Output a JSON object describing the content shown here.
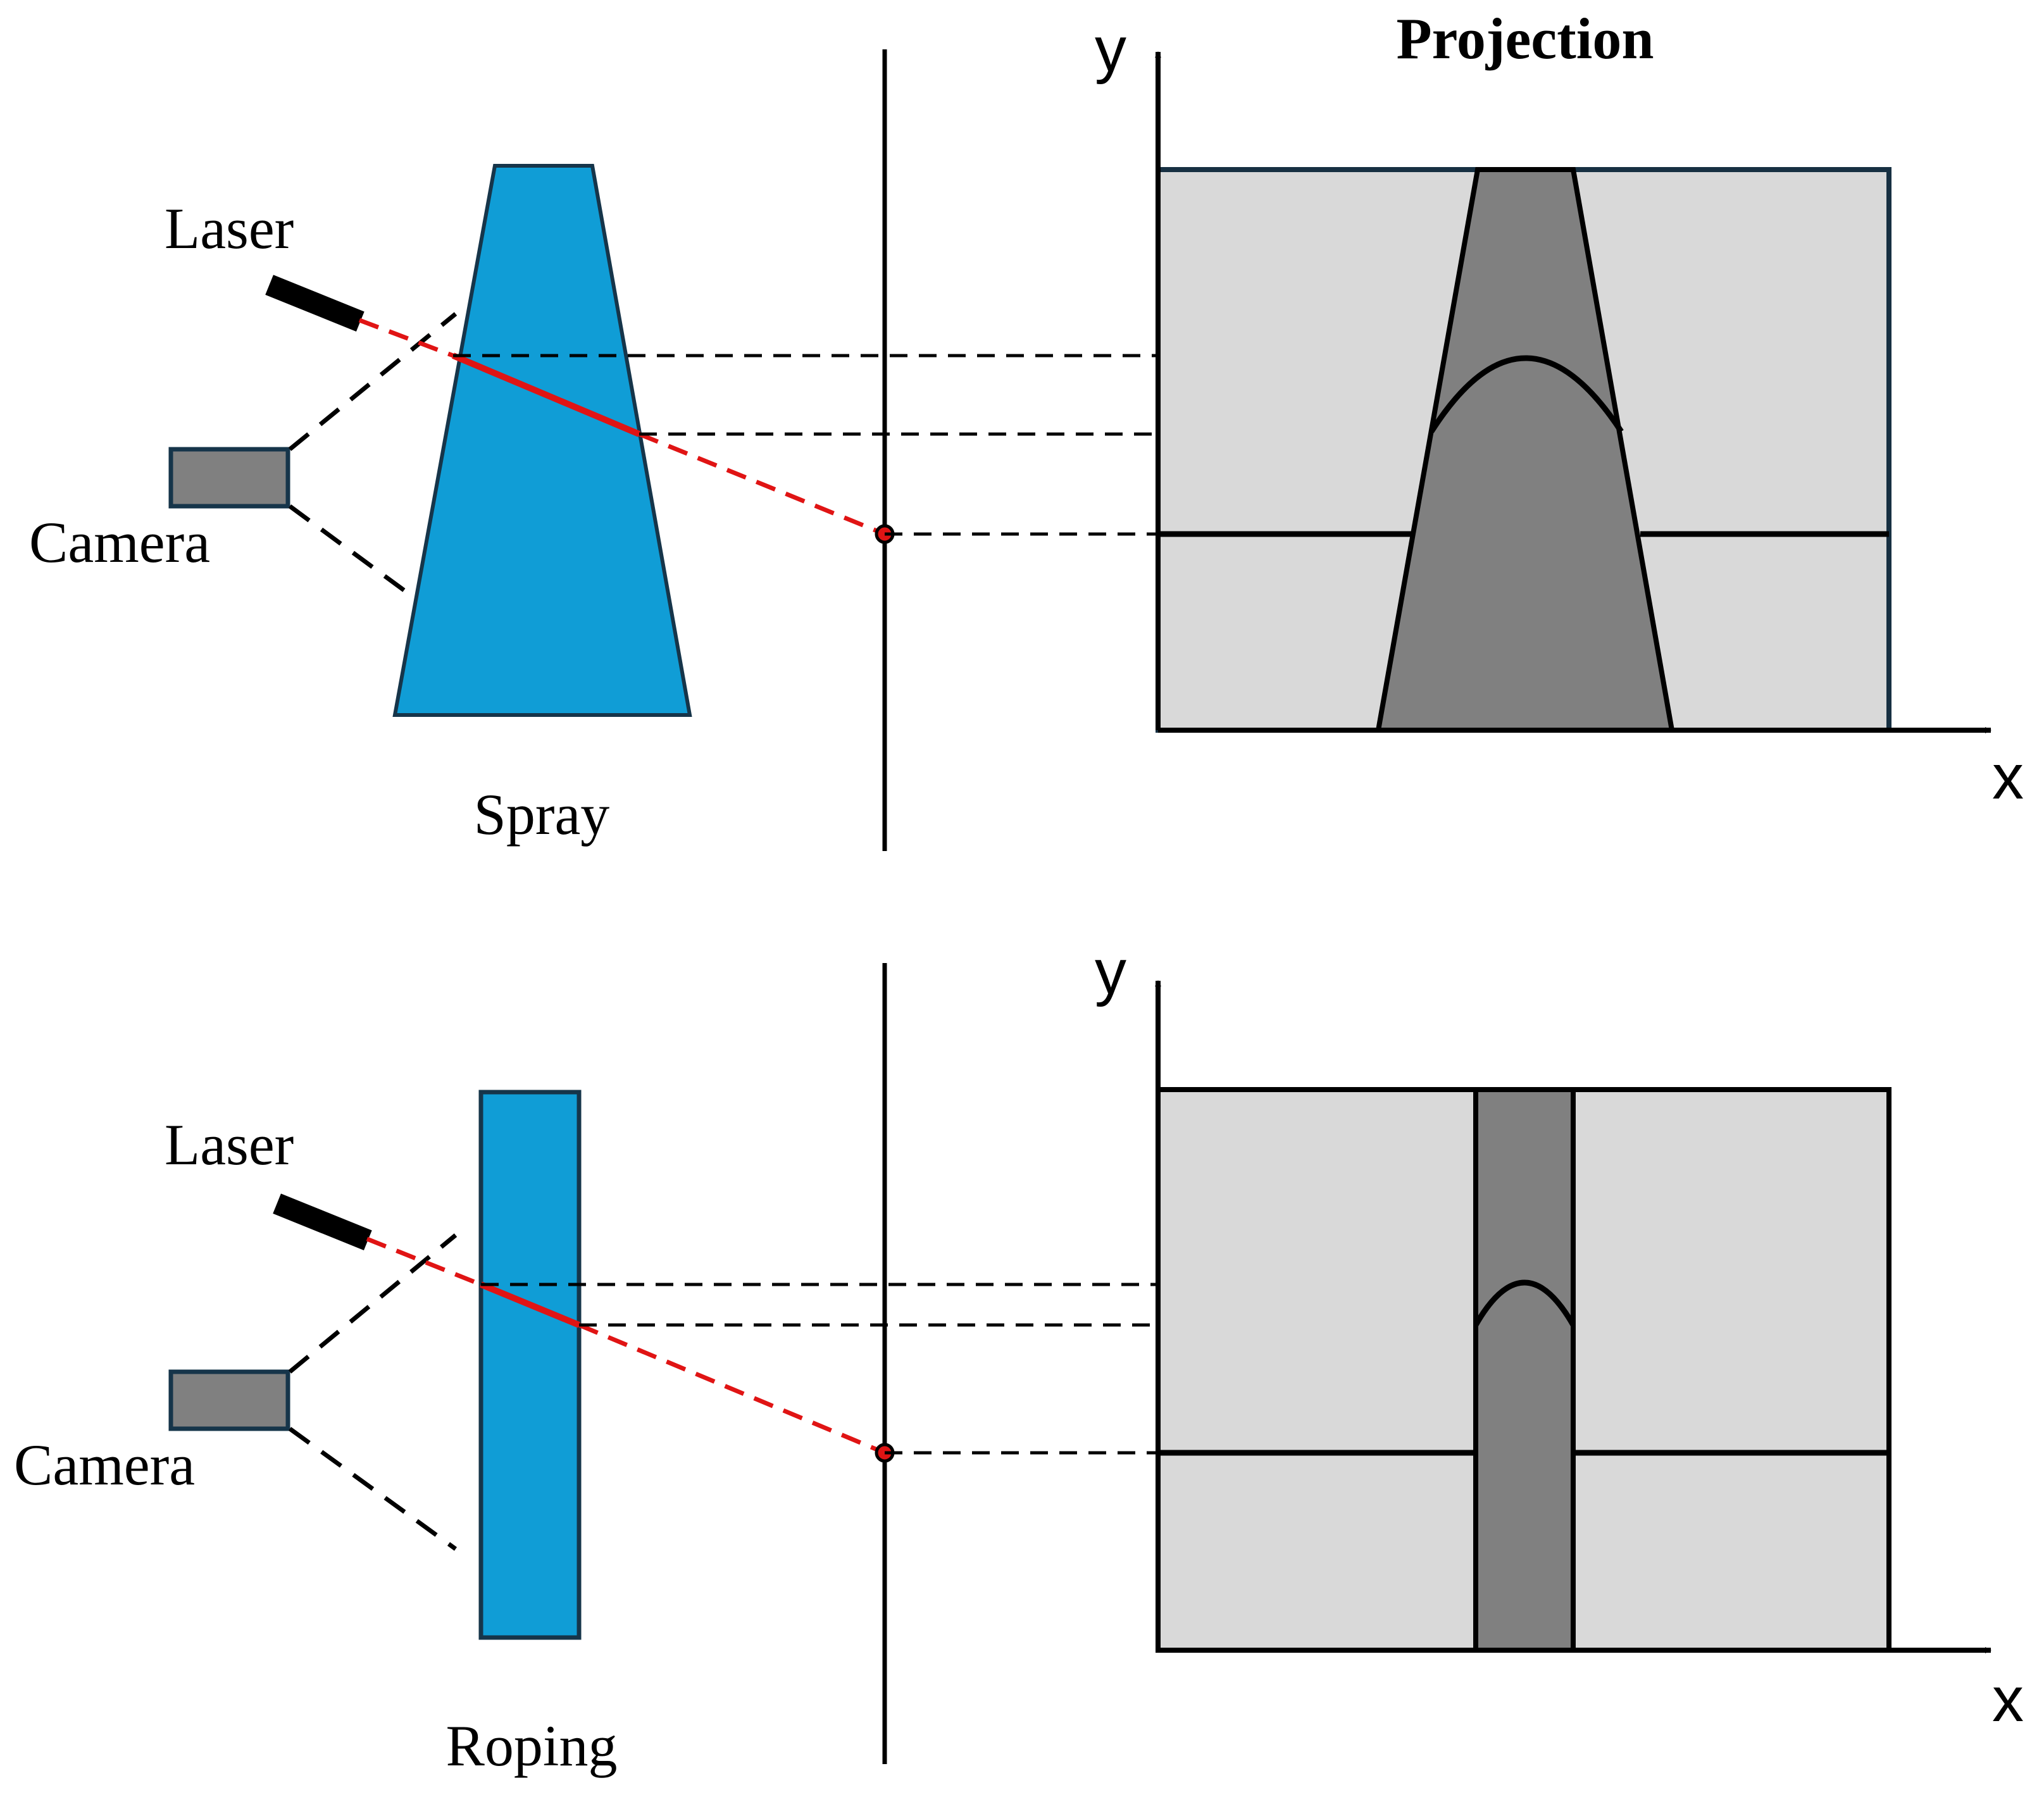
{
  "title": "Projection",
  "top_panel": {
    "laser_label": "Laser",
    "camera_label": "Camera",
    "object_label": "Spray",
    "axis_y": "y",
    "axis_x": "x"
  },
  "bottom_panel": {
    "laser_label": "Laser",
    "camera_label": "Camera",
    "object_label": "Roping",
    "axis_y": "y",
    "axis_x": "x"
  },
  "colors": {
    "spray_fill": "#109dd6",
    "laser_line": "#e01414",
    "projection_bg": "#d9d9d9",
    "projection_object": "#808080",
    "camera_fill": "#808080",
    "outline": "#000000",
    "frame_outline": "#173042"
  }
}
